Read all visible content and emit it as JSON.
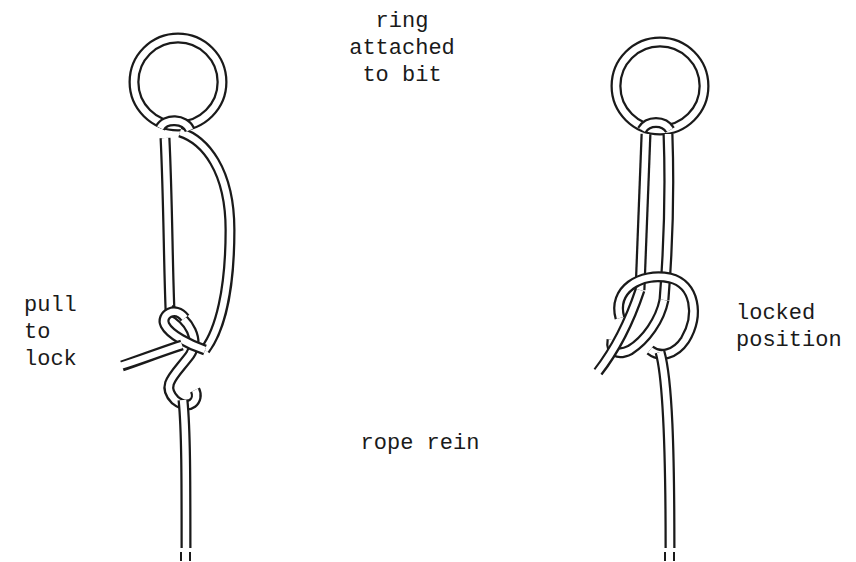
{
  "diagram": {
    "labels": [
      "ring attached to bit",
      "pull to lock",
      "locked position",
      "rope rein"
    ]
  }
}
